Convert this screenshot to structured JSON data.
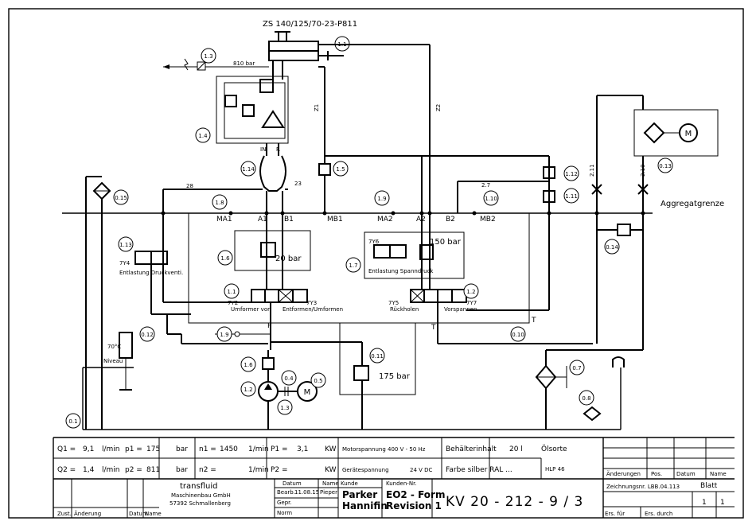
{
  "header": {
    "cylinder_label": "ZS 140/125/70-23-P811",
    "pressure_top": "810 bar",
    "aggregate_border": "Aggregatgrenze"
  },
  "ports": {
    "ma1": "MA1",
    "a1": "A1",
    "b1": "B1",
    "mb1": "MB1",
    "ma2": "MA2",
    "a2": "A2",
    "b2": "B2",
    "mb2": "MB2",
    "p": "P",
    "t": "T"
  },
  "components": {
    "c1_1": "1.1",
    "c1_2": "1.2",
    "c1_3": "1.3",
    "c1_4": "1.4",
    "c1_5": "1.5",
    "c1_6": "1.6",
    "c1_7": "1.7",
    "c1_8": "1.8",
    "c1_9": "1.9",
    "c1_10": "1.10",
    "c1_11": "1.11",
    "c1_12": "1.12",
    "c1_13": "1.13",
    "c1_14": "1.14",
    "c0_1": "0.1",
    "c0_4": "0.4",
    "c0_5": "0.5",
    "c0_7": "0.7",
    "c0_8": "0.8",
    "c0_10": "0.10",
    "c0_11": "0.11",
    "c0_12": "0.12",
    "c0_13": "0.13",
    "c0_14": "0.14",
    "c0_15": "0.15"
  },
  "annotations": {
    "p20bar": "20 bar",
    "p150bar": "150 bar",
    "p175bar": "175 bar",
    "temp": "70°C",
    "niveau": "Niveau",
    "entl_druckvent": "Entlastung Druckventi.",
    "entl_spanndruck": "Entlastung Spanndruck",
    "uniformer_vor": "Umformer vor",
    "entformen": "Entformen/Umformen",
    "rueckholen": "Rückholen",
    "vorspannen": "Vorspannen",
    "sol_7y2": "7Y2",
    "sol_7y3": "7Y3",
    "sol_7y4": "7Y4",
    "sol_7y5": "7Y5",
    "sol_7y6": "7Y6",
    "sol_7y7": "7Y7",
    "line_28": "28",
    "line_23": "23",
    "line_27": "2.7"
  },
  "titleblock": {
    "q1": "Q1 =",
    "q1_val": "9,1",
    "q1_unit": "l/min",
    "q2": "Q2 =",
    "q2_val": "1,4",
    "q2_unit": "l/min",
    "p1": "p1 =",
    "p1_val": "175",
    "p1_unit": "bar",
    "p2": "p2 =",
    "p2_val": "811",
    "p2_unit": "bar",
    "n1": "n1 =",
    "n1_val": "1450",
    "n1_unit": "1/min",
    "n2": "n2 =",
    "n2_unit": "1/min",
    "pw1": "P1 =",
    "pw1_val": "3,1",
    "pw1_unit": "KW",
    "pw2": "P2 =",
    "pw2_unit": "KW",
    "motor": "Motorspannung 400 V - 50 Hz",
    "geraet": "Gerätespannung",
    "geraet_val": "24 V DC",
    "behaelter": "Behälterinhalt",
    "behaelter_val": "20 l",
    "farbe": "Farbe silber RAL ...",
    "oelsorte": "Ölsorte",
    "oel_val": "HLP 46",
    "aenderungen": "Änderungen",
    "pos": "Pos.",
    "datum": "Datum",
    "name": "Name",
    "zeichnungsnr": "Zeichnungsnr. LBB.04.113",
    "blatt": "Blatt",
    "blatt_1": "1",
    "blatt_2": "1",
    "ers_fuer": "Ers. für",
    "ers_durch": "Ers. durch",
    "zust": "Zust.",
    "aenderung": "Änderung",
    "datum_s": "Datum",
    "name_s": "Name",
    "company_1": "transfluid",
    "company_2": "Maschinenbau GmbH",
    "company_3": "57392 Schmallenberg",
    "h_datum": "Datum",
    "h_name": "Name",
    "bearb": "Bearb.",
    "bearb_date": "11.08.15",
    "bearb_name": "Pieper",
    "gepr": "Gepr.",
    "norm": "Norm",
    "kunde": "Kunde",
    "kunde_1": "Parker",
    "kunde_2": "Hannifin",
    "kunden_nr": "Kunden-Nr.",
    "form_1": "EO2 - Form",
    "form_2": "Revision 1",
    "drawing_no": "KV 20 - 212 - 9 / 3"
  }
}
